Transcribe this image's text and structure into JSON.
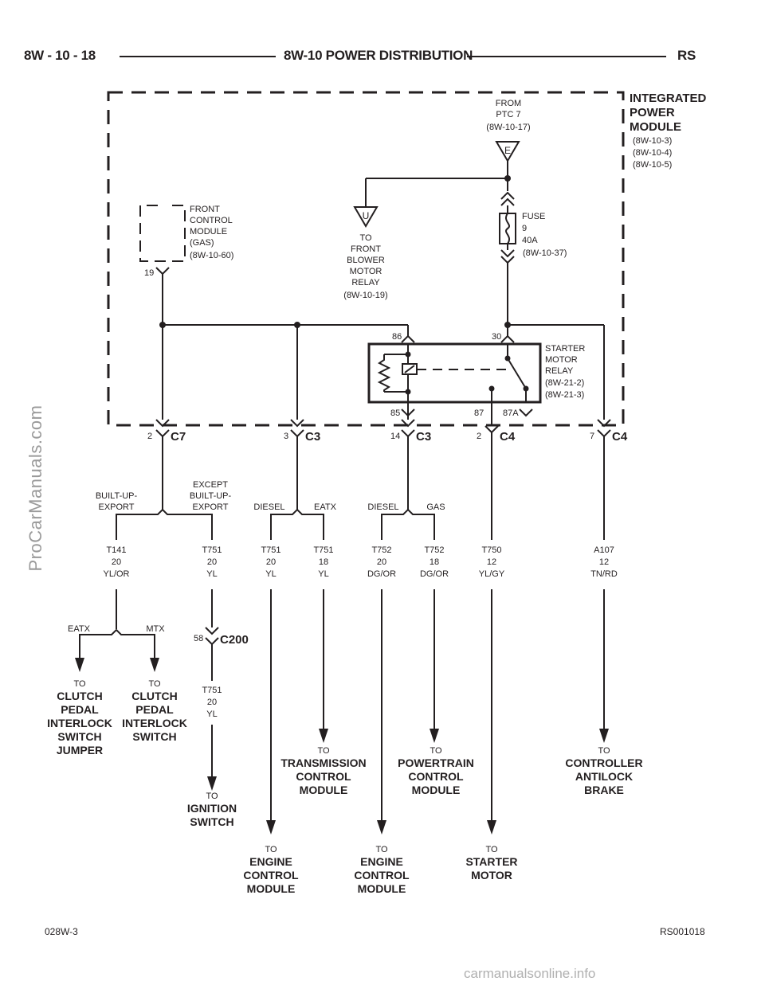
{
  "header": {
    "left": "8W - 10 - 18",
    "center": "8W-10 POWER DISTRIBUTION",
    "right": "RS"
  },
  "watermarks": {
    "side": "ProCarManuals.com",
    "bottom": "carmanualsonline.info"
  },
  "footer": {
    "left": "028W-3",
    "right": "RS001018"
  },
  "module": {
    "name_1": "INTEGRATED",
    "name_2": "POWER",
    "name_3": "MODULE",
    "ref_1": "(8W-10-3)",
    "ref_2": "(8W-10-4)",
    "ref_3": "(8W-10-5)"
  },
  "feed": {
    "from": "FROM",
    "ptc": "PTC 7",
    "ref": "(8W-10-17)",
    "marker": "E"
  },
  "blower": {
    "marker": "U",
    "l1": "TO",
    "l2": "FRONT",
    "l3": "BLOWER",
    "l4": "MOTOR",
    "l5": "RELAY",
    "l6": "(8W-10-19)"
  },
  "fuse": {
    "l1": "FUSE",
    "l2": "9",
    "l3": "40A",
    "l4": "(8W-10-37)"
  },
  "fcm": {
    "l1": "FRONT",
    "l2": "CONTROL",
    "l3": "MODULE",
    "l4": "(GAS)",
    "l5": "(8W-10-60)",
    "pin": "19"
  },
  "relay": {
    "l1": "STARTER",
    "l2": "MOTOR",
    "l3": "RELAY",
    "l4": "(8W-21-2)",
    "l5": "(8W-21-3)",
    "pin86": "86",
    "pin30": "30",
    "pin85": "85",
    "pin87": "87",
    "pin87a": "87A"
  },
  "connectors": [
    {
      "pin": "2",
      "name": "C7"
    },
    {
      "pin": "3",
      "name": "C3"
    },
    {
      "pin": "14",
      "name": "C3"
    },
    {
      "pin": "2",
      "name": "C4"
    },
    {
      "pin": "7",
      "name": "C4"
    }
  ],
  "branches": {
    "builtup_1": "BUILT-UP-",
    "builtup_2": "EXPORT",
    "except_1": "EXCEPT",
    "except_2": "BUILT-UP-",
    "except_3": "EXPORT",
    "diesel_a": "DIESEL",
    "eatx_a": "EATX",
    "diesel_b": "DIESEL",
    "gas_b": "GAS",
    "eatx_c": "EATX",
    "mtx_c": "MTX"
  },
  "wires": [
    {
      "circuit": "T141",
      "gauge": "20",
      "color": "YL/OR"
    },
    {
      "circuit": "T751",
      "gauge": "20",
      "color": "YL"
    },
    {
      "circuit": "T751",
      "gauge": "20",
      "color": "YL"
    },
    {
      "circuit": "T751",
      "gauge": "18",
      "color": "YL"
    },
    {
      "circuit": "T752",
      "gauge": "20",
      "color": "DG/OR"
    },
    {
      "circuit": "T752",
      "gauge": "18",
      "color": "DG/OR"
    },
    {
      "circuit": "T750",
      "gauge": "12",
      "color": "YL/GY"
    },
    {
      "circuit": "A107",
      "gauge": "12",
      "color": "TN/RD"
    },
    {
      "circuit": "T751",
      "gauge": "20",
      "color": "YL"
    }
  ],
  "c200": {
    "pin": "58",
    "name": "C200"
  },
  "destinations": [
    {
      "to": "TO",
      "l1": "CLUTCH",
      "l2": "PEDAL",
      "l3": "INTERLOCK",
      "l4": "SWITCH",
      "l5": "JUMPER"
    },
    {
      "to": "TO",
      "l1": "CLUTCH",
      "l2": "PEDAL",
      "l3": "INTERLOCK",
      "l4": "SWITCH"
    },
    {
      "to": "TO",
      "l1": "IGNITION",
      "l2": "SWITCH"
    },
    {
      "to": "TO",
      "l1": "ENGINE",
      "l2": "CONTROL",
      "l3": "MODULE"
    },
    {
      "to": "TO",
      "l1": "TRANSMISSION",
      "l2": "CONTROL",
      "l3": "MODULE"
    },
    {
      "to": "TO",
      "l1": "ENGINE",
      "l2": "CONTROL",
      "l3": "MODULE"
    },
    {
      "to": "TO",
      "l1": "POWERTRAIN",
      "l2": "CONTROL",
      "l3": "MODULE"
    },
    {
      "to": "TO",
      "l1": "STARTER",
      "l2": "MOTOR"
    },
    {
      "to": "TO",
      "l1": "CONTROLLER",
      "l2": "ANTILOCK",
      "l3": "BRAKE"
    }
  ]
}
